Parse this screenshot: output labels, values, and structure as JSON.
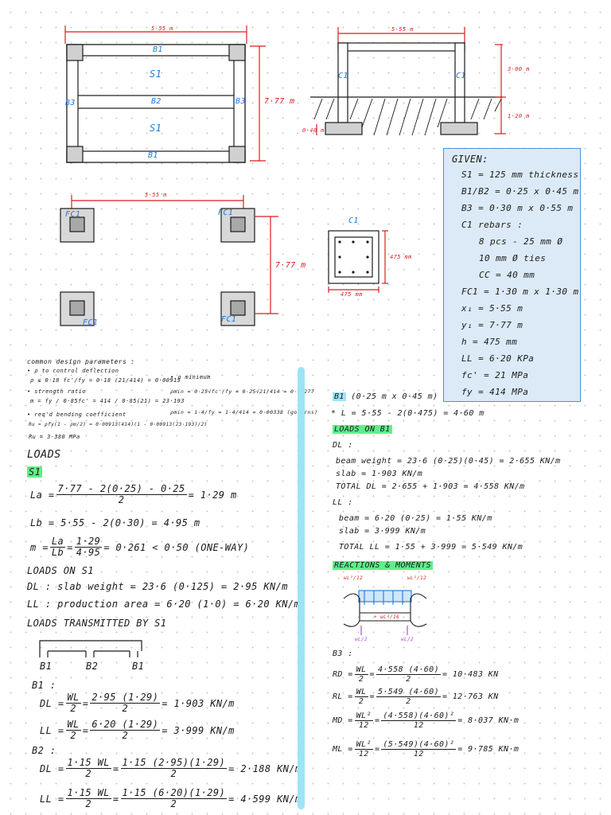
{
  "plan": {
    "width_dim": "5·55 m",
    "height_dim": "7·77 m",
    "b1_top": "B1",
    "b1_bottom": "B1",
    "b2": "B2",
    "b3_left": "B3",
    "b3_right": "B3",
    "s1_top": "S1",
    "s1_bottom": "S1"
  },
  "elevation": {
    "width_dim": "5·55 m",
    "col_height": "3·00 m",
    "footing_depth": "1·20 m",
    "footing_w": "0·40 m",
    "c1_left": "C1",
    "c1_right": "C1"
  },
  "footing_plan": {
    "width_dim": "5·55 m",
    "height_dim": "7·77 m",
    "fc1_tl": "FC1",
    "fc1_tr": "FC1",
    "fc1_bl": "FC1",
    "fc1_br": "FC1"
  },
  "column_section": {
    "title": "C1",
    "side_dim": "475 mm",
    "bottom_dim": "475 mm"
  },
  "given": {
    "title": "GIVEN:",
    "lines": [
      "S1  = 125 mm thickness",
      "B1/B2 = 0·25 x 0·45 m",
      "B3  = 0·30 m x 0·55 m",
      "C1 rebars :",
      "8 pcs - 25 mm Ø",
      "10 mm Ø ties",
      "CC = 40 mm",
      "FC1 = 1·30 m x 1·30 m",
      "x₁ = 5·55 m",
      "y₁ = 7·77 m",
      "h  = 475 mm",
      "LL = 6·20 KPa",
      "fc' = 21 MPa",
      "fy  = 414 MPa"
    ]
  },
  "params": {
    "title": "common design parameters :",
    "l1": "• ρ to control deflection",
    "l2": "ρ ≤ 0·18 fc'/fy = 0·18 (21/414) = 0·00913",
    "l3": "• strength ratio",
    "l4": "m = fy / 0·85fc' = 414 / 0·85(21) = 23·193",
    "l5": "• req'd bending coefficient",
    "l6": "Ru = ρfy(1 - ρm/2) = 0·00913(414)(1 - 0·00913(23·193)/2)",
    "l7": "Ru = 3·380 MPa",
    "r1": "• ρ minimum",
    "r2": "ρmin = 0·25√fc'/fy = 0·25√21/414 = 0·00277",
    "r3": "ρmin = 1·4/fy = 1·4/414 = 0·00338 (governs)"
  },
  "loads": {
    "title": "LOADS",
    "s1": "S1",
    "la": "La = 7·77 - 2(0·25) - 0·25 / 2 = 1·29 m",
    "la_lhs": "La =",
    "la_num": "7·77 - 2(0·25) - 0·25",
    "la_den": "2",
    "la_res": "= 1·29 m",
    "lb": "Lb = 5·55 - 2(0·30) = 4·95 m",
    "m_lhs": "m =",
    "m_n1": "La",
    "m_d1": "Lb",
    "m_n2": "1·29",
    "m_d2": "4·95",
    "m_res": "= 0·261 < 0·50 (ONE-WAY)",
    "loads_on_s1": "LOADS ON S1",
    "dl_s1": "DL : slab weight = 23·6 (0·125) = 2·95 KN/m",
    "ll_s1": "LL : production area = 6·20 (1·0) = 6·20 KN/m",
    "transmitted": "LOADS TRANSMITTED BY S1",
    "sk_b1a": "B1",
    "sk_b2": "B2",
    "sk_b1b": "B1",
    "b1": "B1 :",
    "b1_dl_lhs": "DL =",
    "b1_dl_n1": "WL",
    "b1_dl_n2": "2·95 (1·29)",
    "b1_dl_res": "= 1·903 KN/m",
    "b1_ll_lhs": "LL =",
    "b1_ll_n2": "6·20 (1·29)",
    "b1_ll_res": "= 3·999 KN/m",
    "b2": "B2 :",
    "b2_dl_lhs": "DL =",
    "b2_dl_n1": "1·15 WL",
    "b2_dl_n2": "1·15 (2·95)(1·29)",
    "b2_dl_res": "= 2·188 KN/m",
    "b2_ll_lhs": "LL =",
    "b2_ll_n2": "1·15 (6·20)(1·29)",
    "b2_ll_res": "= 4·599 KN/m",
    "den": "2"
  },
  "right": {
    "b1_hdr": "B1",
    "b1_size": "(0·25 m x 0·45 m)",
    "L": "* L = 5·55 - 2(0·475) = 4·60 m",
    "loads_on_b1": "LOADS ON B1",
    "dl": "DL :",
    "beam_weight": "beam weight = 23·6 (0·25)(0·45) = 2·655 KN/m",
    "slab_dl": "slab = 1·903 KN/m",
    "total_dl": "TOTAL DL = 2·655 + 1·903 = 4·558 KN/m",
    "ll": "LL :",
    "beam_ll": "beam = 6·20 (0·25) = 1·55 KN/m",
    "slab_ll": "slab = 3·999 KN/m",
    "total_ll": "TOTAL LL = 1·55 + 3·999 = 5·549 KN/m",
    "reactions": "REACTIONS & MOMENTS",
    "bd_m_left": "- wL²/12",
    "bd_m_right": "- wL²/12",
    "bd_m_mid": "+ wL²/16",
    "bd_r_left": "wL/2",
    "bd_r_right": "wL/2",
    "b3_label": "B3 :",
    "rd_lhs": "RD =",
    "rd_n1": "WL",
    "rd_n2": "4·558 (4·60)",
    "rd_res": "= 10·483 KN",
    "rl_lhs": "RL =",
    "rl_n2": "5·549 (4·60)",
    "rl_res": "= 12·763 KN",
    "md_lhs": "MD =",
    "md_n1": "WL²",
    "md_n2": "(4·558)(4·60)²",
    "md_res": "= 8·037 KN·m",
    "ml_lhs": "ML =",
    "ml_n2": "(5·549)(4·60)²",
    "ml_res": "= 9·785 KN·m",
    "d2": "2",
    "d12": "12"
  }
}
